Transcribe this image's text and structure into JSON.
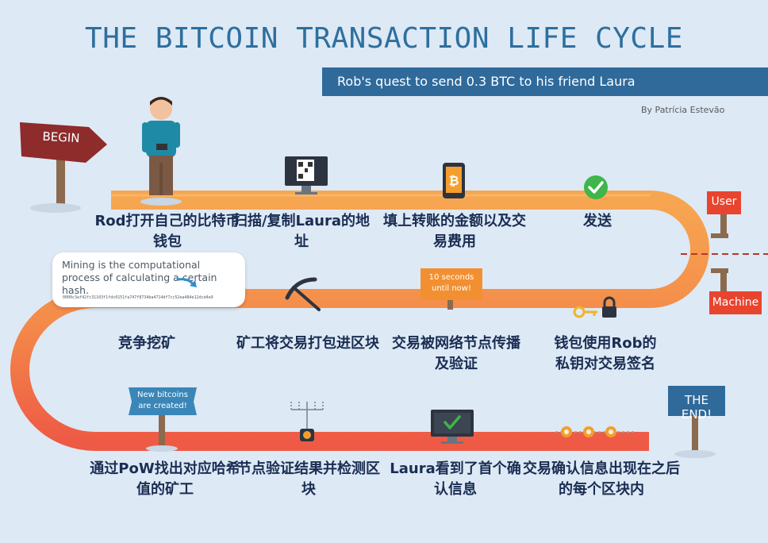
{
  "header": {
    "title": "THE BITCOIN TRANSACTION LIFE CYCLE",
    "subtitle": "Rob's quest to send 0.3 BTC to his friend Laura",
    "author": "By Patrícia Estevão"
  },
  "signs": {
    "begin": "BEGIN",
    "user": "User",
    "machine": "Machine",
    "the_end": "THE END!",
    "countdown": "10 seconds until now!",
    "new_bitcoins": "New bitcoins are created!"
  },
  "bubble": {
    "text": "Mining is the computational process of calculating a certain hash.",
    "hash": "0000c3af42fc31103f1fdc0151fa747f8734ba4714df7cc52ea484e12dcd4e9"
  },
  "steps": {
    "s1": "Rod打开自己的比特币钱包",
    "s2": "扫描/复制Laura的地址",
    "s3": "填上转账的金额以及交易费用",
    "s4": "发送",
    "s5": "钱包使用Rob的私钥对交易签名",
    "s6": "交易被网络节点传播及验证",
    "s7": "矿工将交易打包进区块",
    "s8": "竞争挖矿",
    "s9": "通过PoW找出对应哈希值的矿工",
    "s10": "节点验证结果并检测区块",
    "s11": "Laura看到了首个确认信息",
    "s12": "交易确认信息出现在之后的每个区块内"
  },
  "colors": {
    "background": "#dde9f5",
    "title": "#2e6f9e",
    "road_orange": "#f7a04f",
    "road_red": "#ee5a45",
    "label": "#1a2d52",
    "sign_red": "#e8442e",
    "sign_blue": "#2f6a9b"
  }
}
